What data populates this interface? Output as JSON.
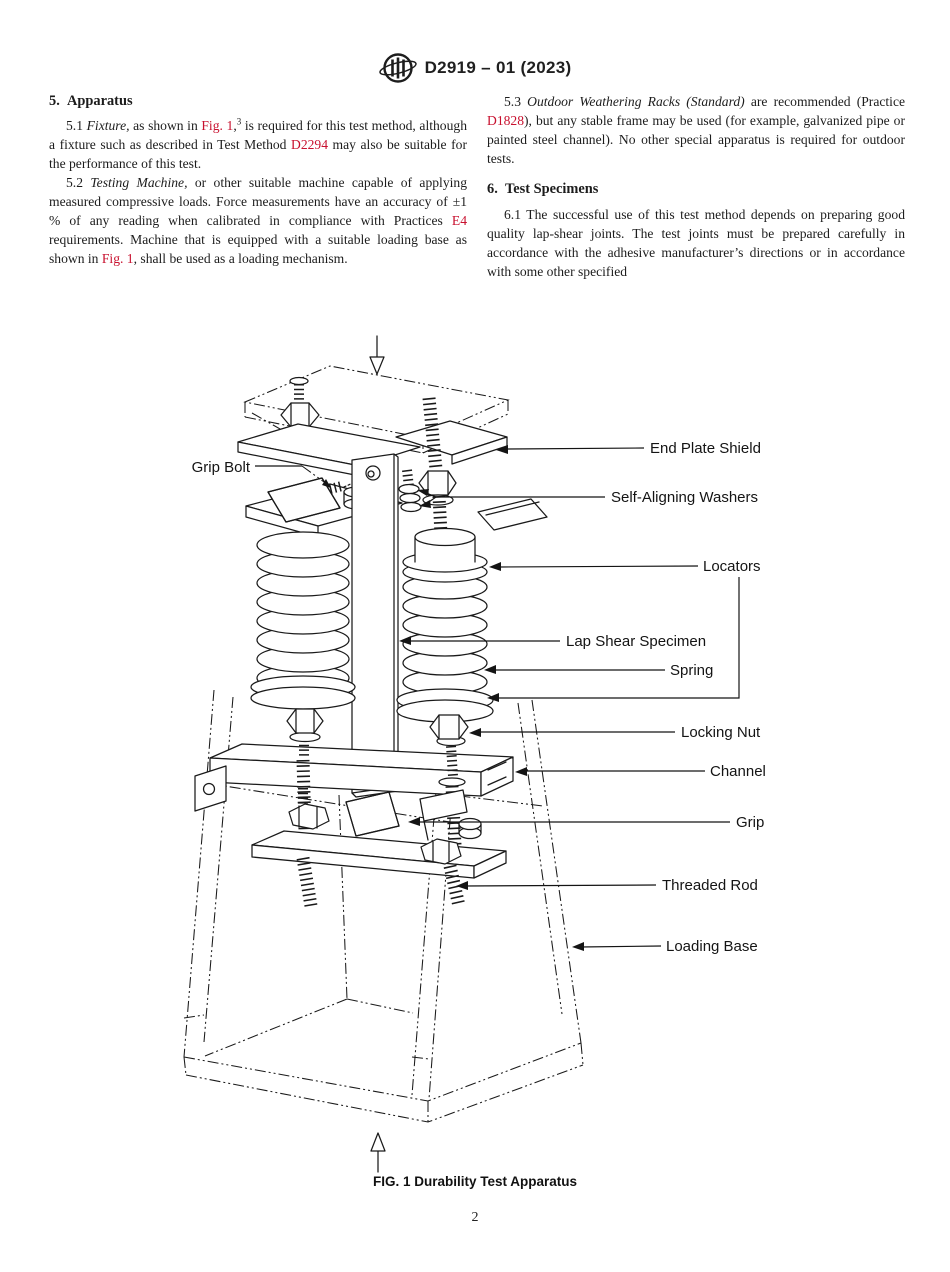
{
  "header": {
    "designation": "D2919 – 01 (2023)",
    "logo": "astm-seal"
  },
  "columns": {
    "left": [
      {
        "kind": "heading",
        "segments": [
          {
            "t": "5. Apparatus"
          }
        ]
      },
      {
        "kind": "para",
        "segments": [
          {
            "t": "5.1 "
          },
          {
            "t": "Fixture,",
            "s": "i"
          },
          {
            "t": " as shown in "
          },
          {
            "t": "Fig. 1",
            "s": "r"
          },
          {
            "t": ","
          },
          {
            "t": "3",
            "s": "sup"
          },
          {
            "t": " is required for this test method, although a fixture such as described in Test Method "
          },
          {
            "t": "D2294",
            "s": "r"
          },
          {
            "t": " may also be suitable for the performance of this test."
          }
        ]
      },
      {
        "kind": "para",
        "segments": [
          {
            "t": "5.2 "
          },
          {
            "t": "Testing Machine,",
            "s": "i"
          },
          {
            "t": " or other suitable machine capable of applying measured compressive loads. Force measurements have an accuracy of ±1 % of any reading when calibrated in compliance with Practices "
          },
          {
            "t": "E4",
            "s": "r"
          },
          {
            "t": " requirements. Machine that is equipped with a suitable loading base as shown in "
          },
          {
            "t": "Fig. 1",
            "s": "r"
          },
          {
            "t": ", shall be used as a loading mechanism."
          }
        ]
      }
    ],
    "right": [
      {
        "kind": "para",
        "segments": [
          {
            "t": "5.3 "
          },
          {
            "t": "Outdoor Weathering Racks (Standard)",
            "s": "i"
          },
          {
            "t": " are recommended (Practice "
          },
          {
            "t": "D1828",
            "s": "r"
          },
          {
            "t": "), but any stable frame may be used (for example, galvanized pipe or painted steel channel). No other special apparatus is required for outdoor tests."
          }
        ]
      },
      {
        "kind": "heading",
        "segments": [
          {
            "t": "6. Test Specimens"
          }
        ]
      },
      {
        "kind": "para",
        "segments": [
          {
            "t": "6.1 The successful use of this test method depends on preparing good quality lap-shear joints. The test joints must be prepared carefully in accordance with the adhesive manufacturer’s directions or in accordance with some other specified"
          }
        ]
      }
    ]
  },
  "figure": {
    "caption": "FIG. 1 Durability Test Apparatus",
    "labels": {
      "grip_bolt": "Grip Bolt",
      "end_plate_shield": "End Plate Shield",
      "self_aligning_washers": "Self-Aligning Washers",
      "locators": "Locators",
      "lap_shear_specimen": "Lap Shear Specimen",
      "spring": "Spring",
      "locking_nut": "Locking Nut",
      "channel": "Channel",
      "grip": "Grip",
      "threaded_rod": "Threaded Rod",
      "loading_base": "Loading Base"
    }
  },
  "footer": {
    "page_number": "2"
  },
  "colors": {
    "link_red": "#c8102e",
    "text": "#1c1c1c"
  }
}
